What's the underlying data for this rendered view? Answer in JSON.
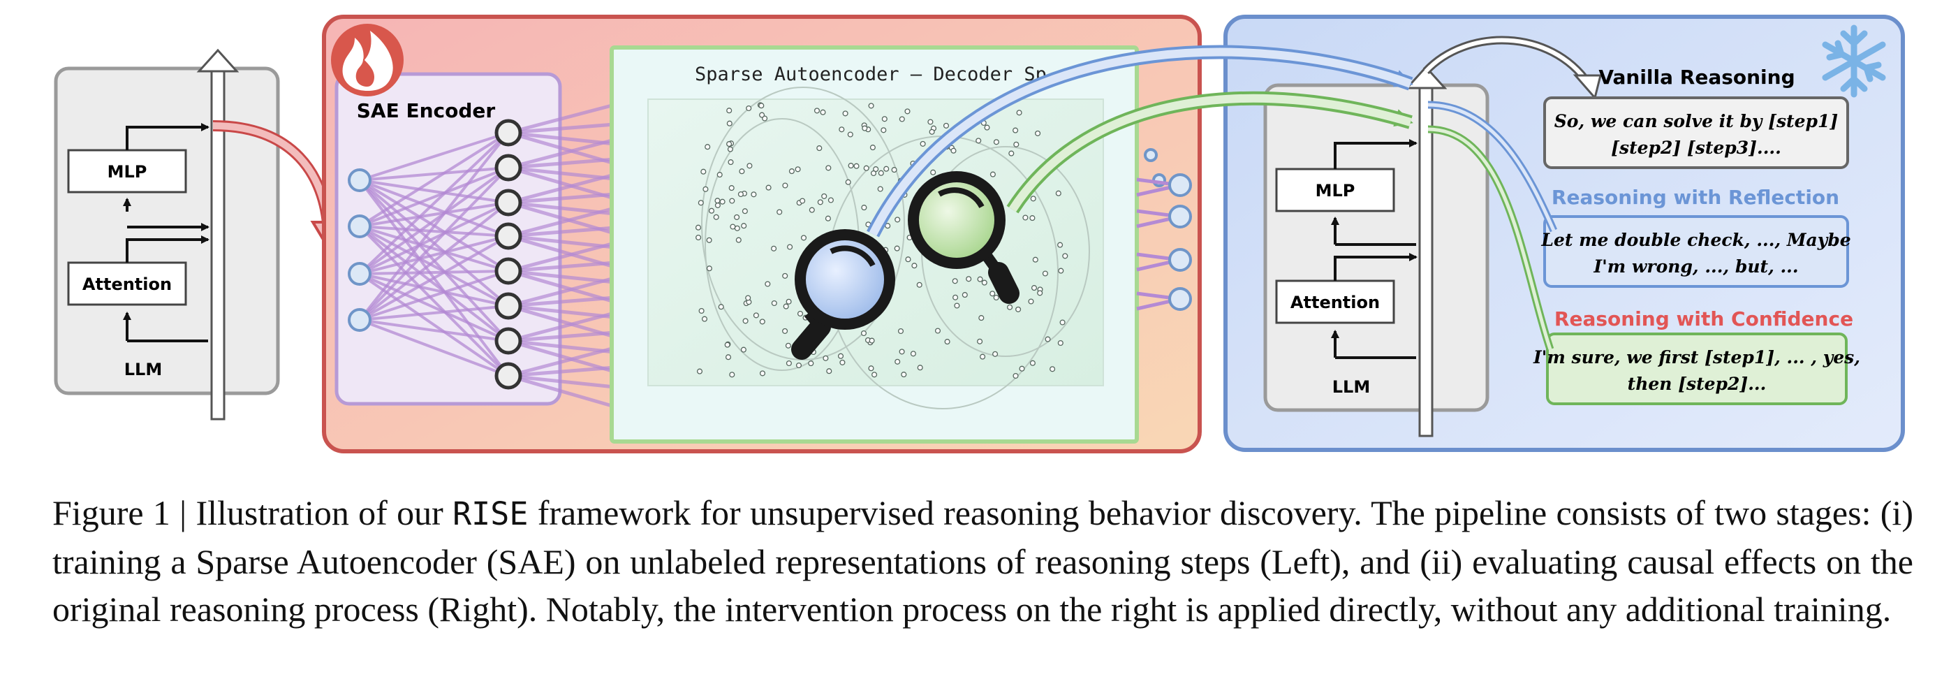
{
  "figure": {
    "llm_left": {
      "mlp": "MLP",
      "attention": "Attention",
      "llm": "LLM"
    },
    "sae_encoder_label": "SAE Encoder",
    "decoder_space_label": "Sparse Autoencoder — Decoder Sp",
    "llm_right": {
      "mlp": "MLP",
      "attention": "Attention",
      "llm": "LLM"
    },
    "outputs": {
      "vanilla": {
        "title": "Vanilla Reasoning",
        "line1": "So, we can solve it by [step1]",
        "line2": "[step2] [step3]...."
      },
      "reflection": {
        "title": "Reasoning with Reflection",
        "line1": "Let me double check, ..., Maybe",
        "line2": "I'm wrong, ..., but, ..."
      },
      "confidence": {
        "title": "Reasoning with Confidence",
        "line1": "I'm sure, we first [step1], ... , yes,",
        "line2": "then [step2]..."
      }
    },
    "colors": {
      "encoder_panel": "#f4b8a8",
      "decoder_panel": "#d9f1e6",
      "right_panel": "#d8e3f8",
      "reflection": "#6b95d6",
      "confidence": "#e25555",
      "green": "#6fb55a"
    },
    "icons": [
      "fire-icon",
      "snowflake-icon",
      "magnifier-blue-icon",
      "magnifier-green-icon"
    ]
  },
  "caption": {
    "label": "Figure 1 |",
    "t1": " Illustration of our ",
    "method": "RISE",
    "t2": " framework for unsupervised reasoning behavior discovery. The pipeline consists of two stages: (i) training a Sparse Autoencoder (SAE) on unlabeled representations of reasoning steps (Left), and (ii) evaluating causal effects on the original reasoning process (Right). Notably, the intervention process on the right is applied directly, without any additional training."
  }
}
